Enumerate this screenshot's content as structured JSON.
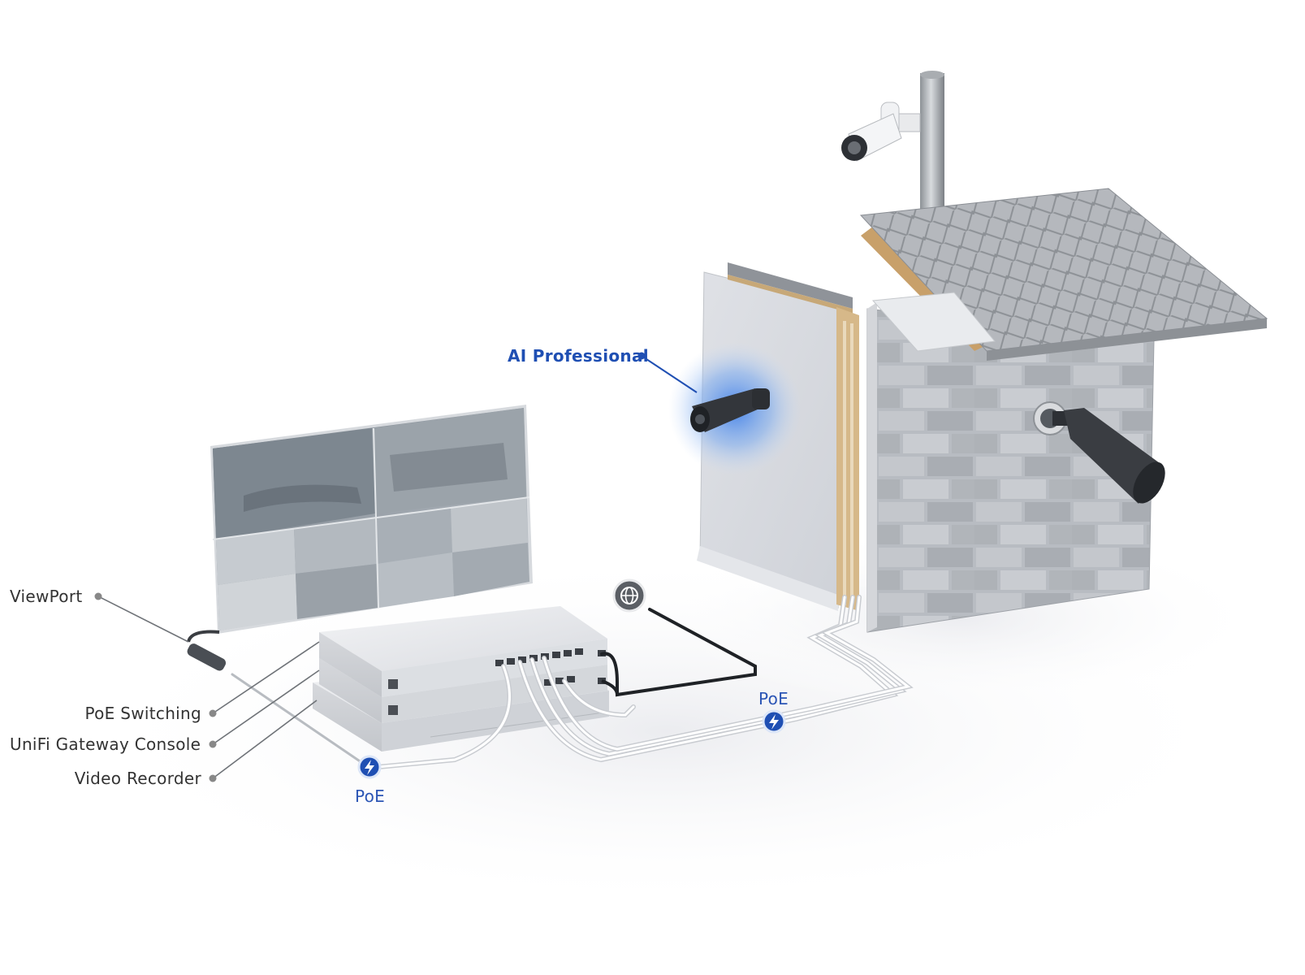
{
  "labels": {
    "viewport": "ViewPort",
    "poe_switching": "PoE Switching",
    "gateway_console": "UniFi Gateway Console",
    "video_recorder": "Video Recorder",
    "ai_professional": "AI Professional",
    "poe_left": "PoE",
    "poe_right": "PoE"
  },
  "icons": {
    "power": "lightning-bolt-icon",
    "internet": "globe-icon"
  },
  "colors": {
    "accent_blue": "#1f4fb3",
    "label_gray": "#333333",
    "leader_dot": "#888888",
    "glow": "#4a8ef0"
  }
}
